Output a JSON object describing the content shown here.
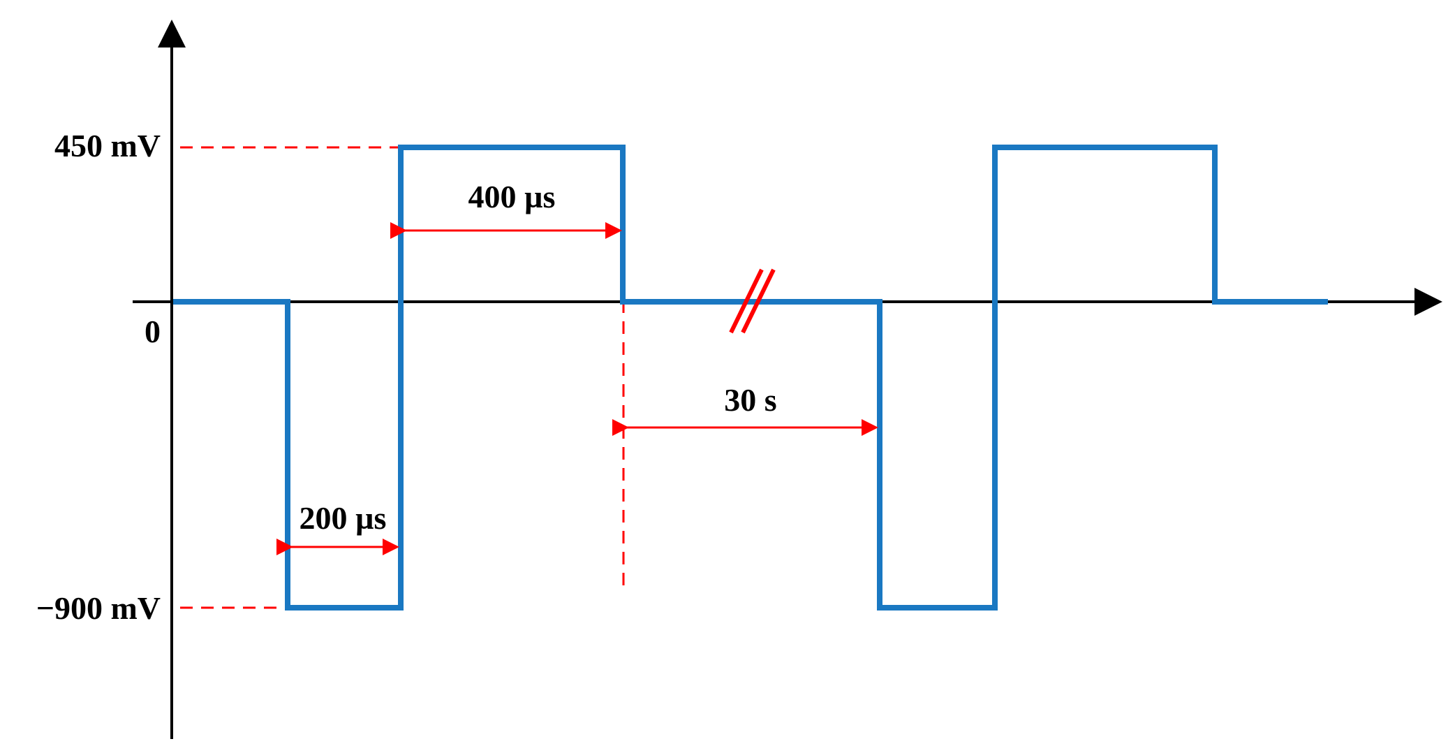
{
  "labels": {
    "y_high": "450 mV",
    "y_zero": "0",
    "y_low": "−900 mV",
    "pulse_positive_width": "400 µs",
    "pulse_negative_width": "200 µs",
    "interval": "30 s"
  },
  "colors": {
    "waveform": "#1a78c2",
    "annotation": "#ff0000",
    "axis": "#000000",
    "background": "#ffffff"
  }
}
